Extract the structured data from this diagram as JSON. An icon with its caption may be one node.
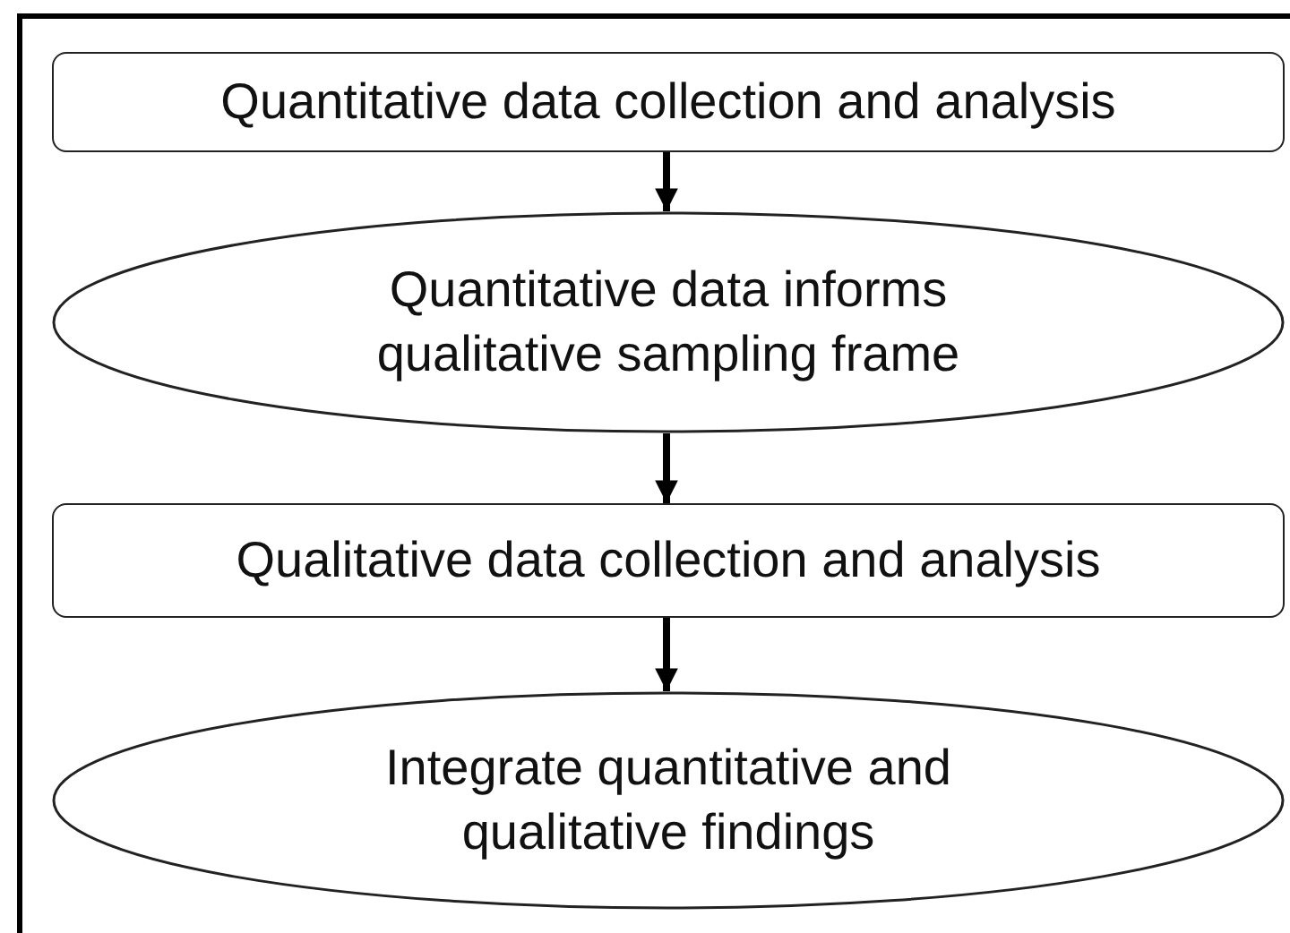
{
  "diagram": {
    "nodes": [
      {
        "text": [
          "Quantitative data collection and analysis"
        ]
      },
      {
        "text": [
          "Quantitative data informs qualitative sampling frame"
        ]
      },
      {
        "text": [
          "Qualitative data collection and analysis"
        ]
      },
      {
        "text": [
          "Integrate quantitative and qualitative findings"
        ]
      }
    ],
    "edges": [
      {
        "from": 0,
        "to": 1,
        "arrow": "to"
      },
      {
        "from": 1,
        "to": 2,
        "arrow": "to"
      },
      {
        "from": 2,
        "to": 3,
        "arrow": "to"
      }
    ]
  }
}
